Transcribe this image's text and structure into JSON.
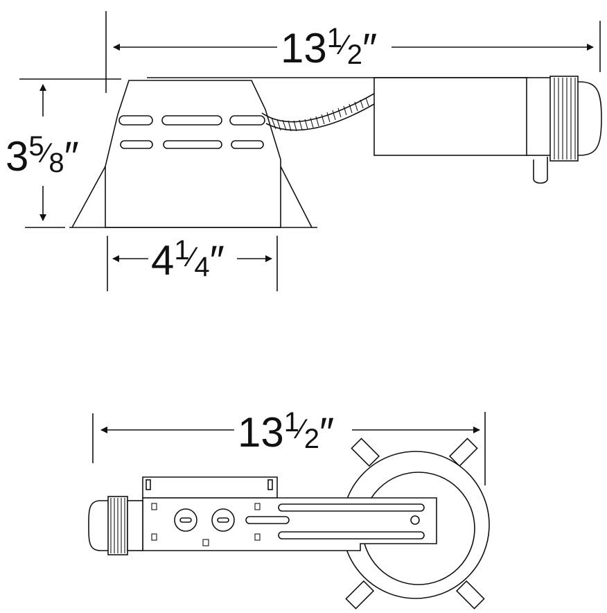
{
  "side_view": {
    "length_whole": "13",
    "length_num": "1",
    "length_den": "2",
    "height_whole": "3",
    "height_num": "5",
    "height_den": "8",
    "aperture_whole": "4",
    "aperture_num": "1",
    "aperture_den": "4"
  },
  "top_view": {
    "length_whole": "13",
    "length_num": "1",
    "length_den": "2"
  },
  "inch_mark": "″",
  "frac_slash": "⁄"
}
